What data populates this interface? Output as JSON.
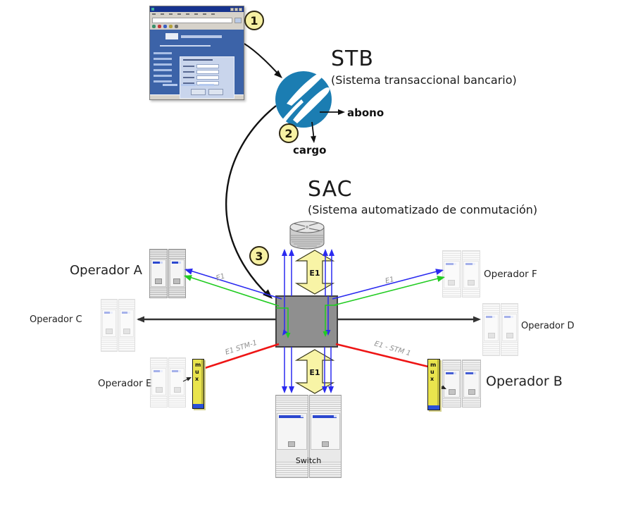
{
  "diagram": {
    "stb": {
      "title": "STB",
      "subtitle": "(Sistema transaccional bancario)",
      "abono_label": "abono",
      "cargo_label": "cargo"
    },
    "sac": {
      "title": "SAC",
      "subtitle": "(Sistema automatizado de conmutación)"
    },
    "steps": {
      "one": "1",
      "two": "2",
      "three": "3"
    },
    "operators": {
      "a": "Operador A",
      "c": "Operador C",
      "e": "Operador E",
      "f": "Operador F",
      "d": "Operador D",
      "b": "Operador B"
    },
    "switch_label": "Switch",
    "mux_label": "mux",
    "links": {
      "e1_a": "E1",
      "e1_f": "E1",
      "stm_e": "E1 STM-1",
      "stm_b": "E1 - STM 1",
      "trunk_top": "E1",
      "trunk_bottom": "E1"
    },
    "colors": {
      "logo_blue": "#1b7db2",
      "link_blue": "#2a2af0",
      "link_green": "#22cc22",
      "link_red": "#ee1515",
      "badge_yellow": "#f7f1a3",
      "arrow_yellow": "#f8f4a6",
      "node_gray": "#8f8f8f",
      "mux_yellow": "#e9e44d"
    }
  }
}
